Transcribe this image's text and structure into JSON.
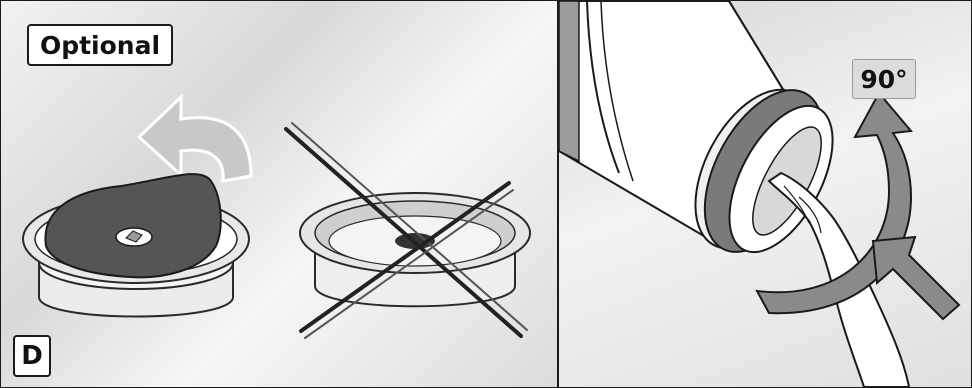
{
  "panel_left": {
    "optional_label": "Optional",
    "step_label": "D"
  },
  "panel_right": {
    "rotation_label": "90°"
  }
}
